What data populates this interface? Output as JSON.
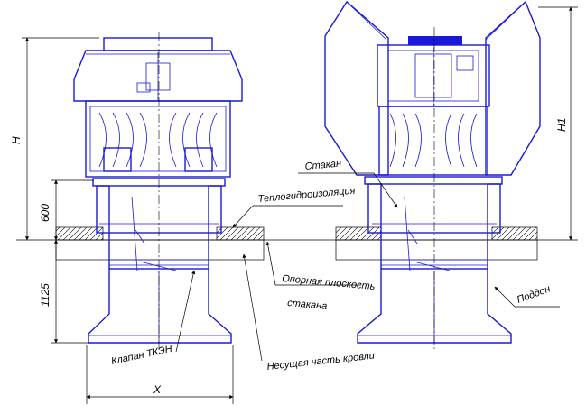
{
  "labels": {
    "stakan_right": "Стакан",
    "teplogidroizolyatsiya": "Теплогидроизоляция",
    "opornaya_ploskost_1": "Опорная плоскость",
    "opornaya_ploskost_2": "стакана",
    "poddon": "Поддон",
    "klapan": "Клапан ТКЭН",
    "nesushchaya": "Несущая часть кровли"
  },
  "dimensions": {
    "h": "H",
    "h1": "H1",
    "d600": "600",
    "d1125": "1125",
    "x": "X"
  },
  "colors": {
    "outline": "#1a1ad6",
    "dimension": "#000000",
    "fan_badge": "#1a1ad6"
  }
}
